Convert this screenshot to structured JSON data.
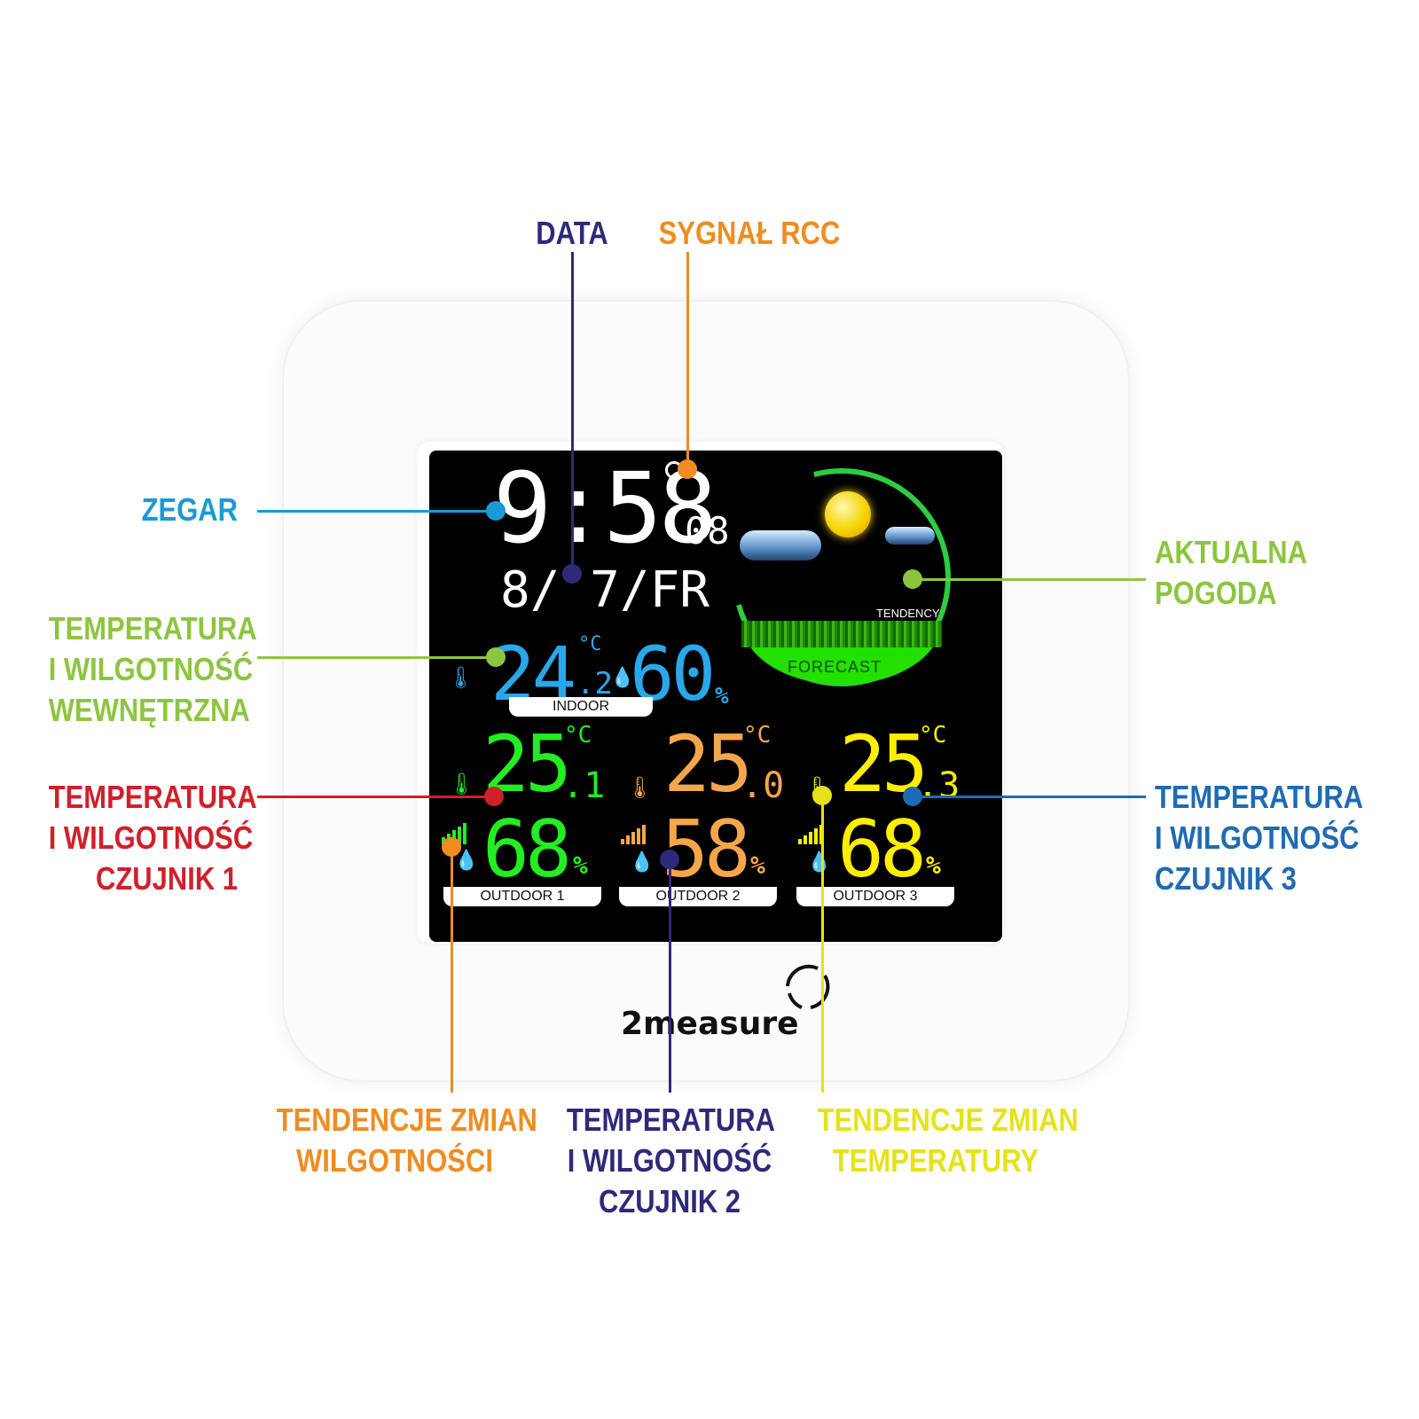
{
  "brand": "2measure",
  "display": {
    "clock": "9:58",
    "seconds": "08",
    "date": "8/ 7/FR",
    "indoor": {
      "temp": "24",
      "temp_dec": ".2",
      "unit": "°C",
      "humidity": "60",
      "pct": "%",
      "label": "INDOOR"
    },
    "forecast": {
      "tendency_label": "TENDENCY",
      "forecast_label": "FORECAST"
    },
    "outdoor": [
      {
        "temp": "25",
        "temp_dec": ".1",
        "unit": "°C",
        "humidity": "68",
        "pct": "%",
        "label": "OUTDOOR 1",
        "color": "#22ee22"
      },
      {
        "temp": "25",
        "temp_dec": ".0",
        "unit": "°C",
        "humidity": "58",
        "pct": "%",
        "label": "OUTDOOR 2",
        "color": "#f5a64a"
      },
      {
        "temp": "25",
        "temp_dec": ".3",
        "unit": "°C",
        "humidity": "68",
        "pct": "%",
        "label": "OUTDOOR 3",
        "color": "#ffee00"
      }
    ]
  },
  "callouts": {
    "data": {
      "lines": [
        "DATA"
      ],
      "color": "#2e2a7a"
    },
    "sygnal": {
      "lines": [
        "SYGNAŁ RCC"
      ],
      "color": "#f08c20"
    },
    "zegar": {
      "lines": [
        "ZEGAR"
      ],
      "color": "#1a9ad6"
    },
    "aktualna": {
      "lines": [
        "AKTUALNA",
        "POGODA"
      ],
      "color": "#8cc63f"
    },
    "wewn": {
      "lines": [
        "TEMPERATURA",
        "I WILGOTNOŚĆ",
        "WEWNĘTRZNA"
      ],
      "color": "#8cc63f"
    },
    "czujnik1": {
      "lines": [
        "TEMPERATURA",
        "I WILGOTNOŚĆ",
        "CZUJNIK 1"
      ],
      "color": "#d0202a"
    },
    "czujnik3": {
      "lines": [
        "TEMPERATURA",
        "I WILGOTNOŚĆ",
        "CZUJNIK 3"
      ],
      "color": "#1f6bb3"
    },
    "tend_wilg": {
      "lines": [
        "TENDENCJE ZMIAN",
        "WILGOTNOŚCI"
      ],
      "color": "#f08c20"
    },
    "czujnik2": {
      "lines": [
        "TEMPERATURA",
        "I WILGOTNOŚĆ",
        "CZUJNIK 2"
      ],
      "color": "#2e2a7a"
    },
    "tend_temp": {
      "lines": [
        "TENDENCJE ZMIAN",
        "TEMPERATURY"
      ],
      "color": "#e6e21a"
    }
  }
}
